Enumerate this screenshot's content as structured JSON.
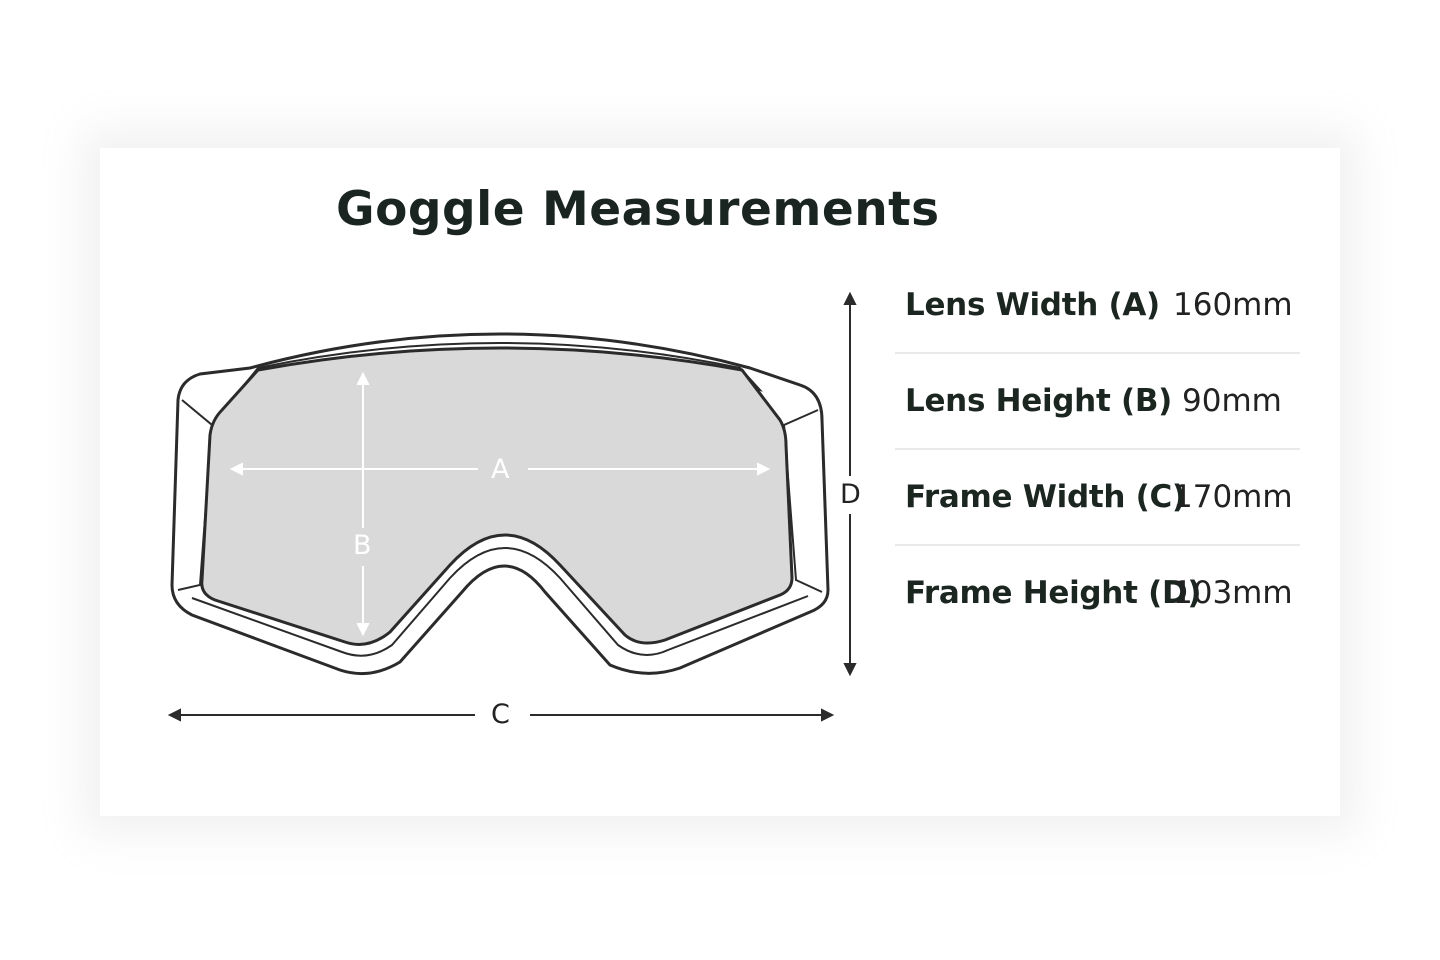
{
  "title": "Goggle Measurements",
  "diagram_labels": {
    "lens_width": "A",
    "lens_height": "B",
    "frame_width": "C",
    "frame_height": "D"
  },
  "specs": [
    {
      "name": "Lens Width (A)",
      "value": "160mm"
    },
    {
      "name": "Lens Height (B)",
      "value": "90mm"
    },
    {
      "name": "Frame Width (C)",
      "value": "170mm"
    },
    {
      "name": "Frame Height (D)",
      "value": "103mm"
    }
  ],
  "colors": {
    "outline": "#2b2b2b",
    "lens": "#d9d9d9",
    "frame": "#ffffff",
    "title": "#1a2522"
  }
}
